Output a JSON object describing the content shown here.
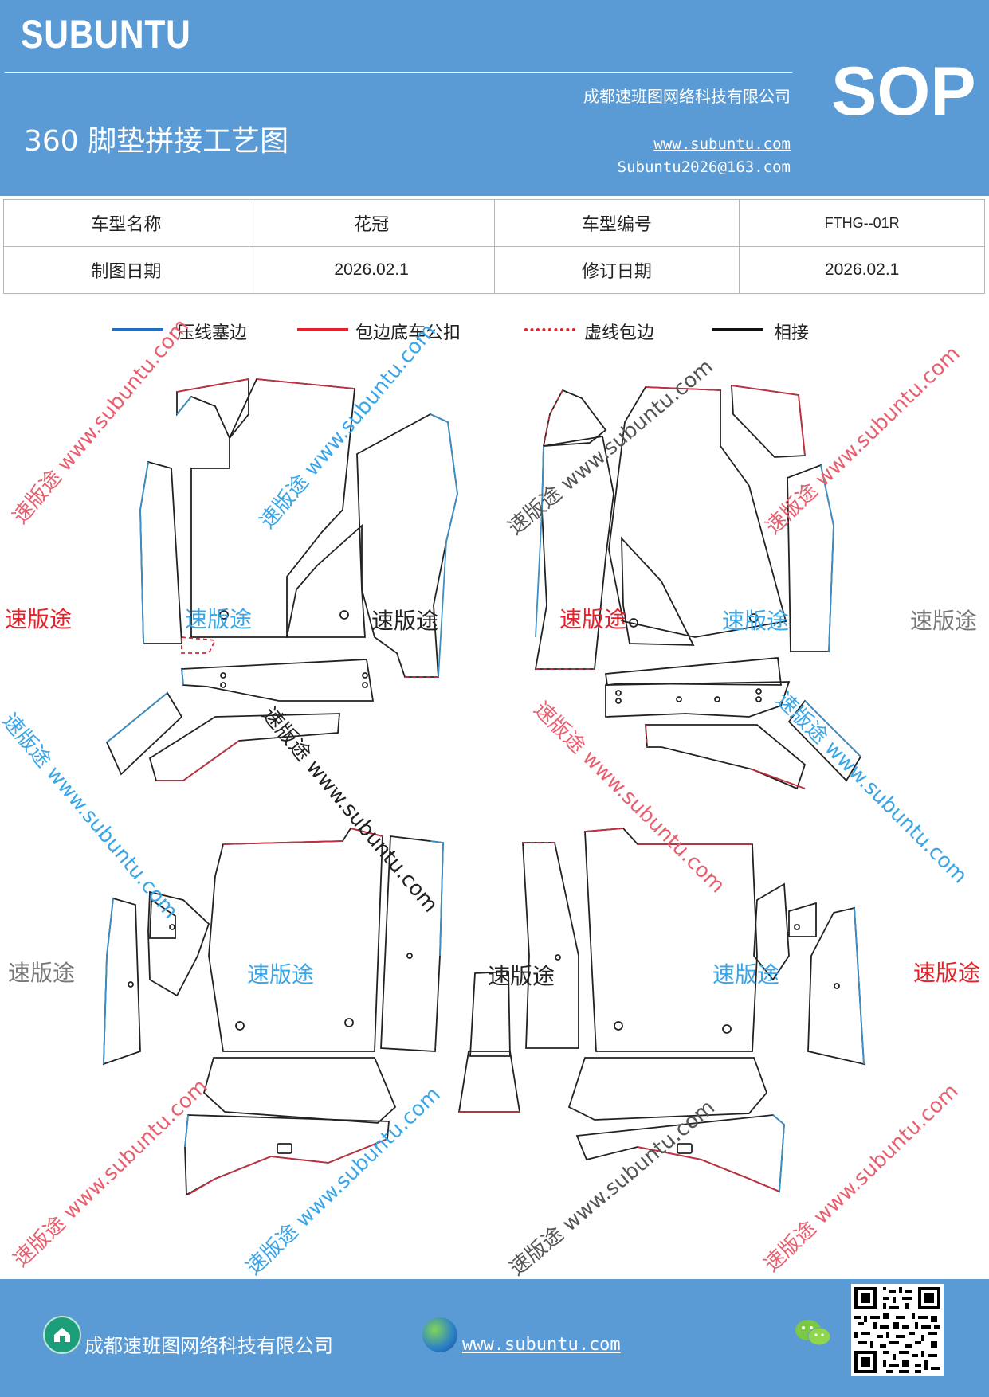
{
  "header": {
    "logo": "SUBUNTU",
    "badge": "SOP",
    "company": "成都速班图网络科技有限公司",
    "title": "360 脚垫拼接工艺图",
    "website": "www.subuntu.com",
    "email": "Subuntu2026@163.com"
  },
  "info_table": {
    "row1": {
      "label1": "车型名称",
      "value1": "花冠",
      "label2": "车型编号",
      "value2": "FTHG--01R"
    },
    "row2": {
      "label1": "制图日期",
      "value1": "2026.02.1",
      "label2": "修订日期",
      "value2": "2026.02.1"
    }
  },
  "legend": [
    {
      "label": "压线塞边",
      "color": "#1f6fbf",
      "style": "solid"
    },
    {
      "label": "包边底车公扣",
      "color": "#e8202a",
      "style": "solid"
    },
    {
      "label": "虚线包边",
      "color": "#e8202a",
      "style": "dotted"
    },
    {
      "label": "相接",
      "color": "#111111",
      "style": "solid"
    }
  ],
  "watermark": {
    "site": "www.subuntu.com",
    "brand": "速版途"
  },
  "colors": {
    "header_bg": "#5b9bd5",
    "blue_edge": "#3a8fc4",
    "red_edge": "#c03040",
    "red_label": "#e8202a",
    "blue_label": "#3aa6e8",
    "gray_label": "#777777"
  },
  "footer": {
    "company": "成都速班图网络科技有限公司",
    "website": "www.subuntu.com",
    "home_icon": "home-icon",
    "globe_icon": "globe-icon",
    "wechat_icon": "wechat-icon",
    "qr_icon": "qr-code-icon"
  }
}
